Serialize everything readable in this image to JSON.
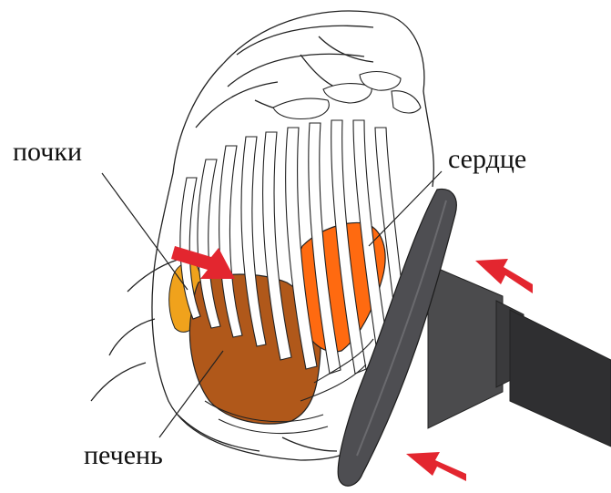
{
  "labels": {
    "kidneys": "почки",
    "heart": "сердце",
    "liver": "печень"
  },
  "colors": {
    "outline": "#222222",
    "heart": "#ff6a10",
    "liver": "#b0581a",
    "kidney": "#f0a21c",
    "probe": "#4b4b4d",
    "probe_dark": "#2f2f31",
    "arrow": "#e3262f"
  },
  "icons": {
    "probe": "ultrasound-probe-icon",
    "arrow": "red-arrow-icon"
  }
}
